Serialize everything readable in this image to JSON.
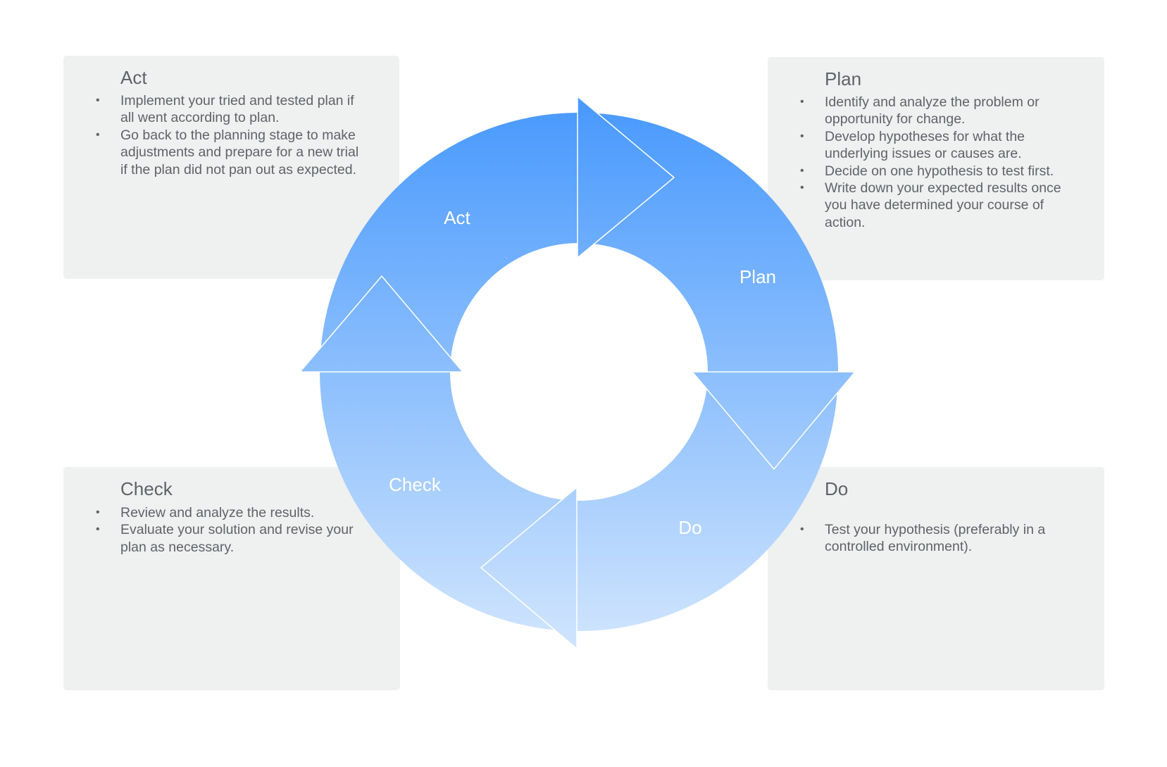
{
  "cycle": {
    "labels": {
      "act": "Act",
      "plan": "Plan",
      "do": "Do",
      "check": "Check"
    },
    "colors": {
      "top": "#4a9afd",
      "bottom": "#cde3fd",
      "arrow_stroke": "#ffffff"
    }
  },
  "boxes": {
    "act": {
      "title": "Act",
      "bullets": [
        "Implement your tried and tested plan if all went according to plan.",
        "Go back to the planning stage to make adjustments and prepare for a new trial if the plan did not pan out as expected."
      ]
    },
    "plan": {
      "title": "Plan",
      "bullets": [
        "Identify and analyze the problem or opportunity for change.",
        "Develop hypotheses for what the underlying issues or causes are.",
        "Decide on one hypothesis to test first.",
        "Write down your expected results once you have determined your course of action."
      ]
    },
    "check": {
      "title": "Check",
      "bullets": [
        "Review and analyze the results.",
        "Evaluate your solution and revise your plan as necessary."
      ]
    },
    "do": {
      "title": "Do",
      "bullets": [
        "Test your hypothesis (preferably in a controlled environment)."
      ]
    },
    "box_color": "#eff0f0",
    "text_color": "#5f6368"
  }
}
